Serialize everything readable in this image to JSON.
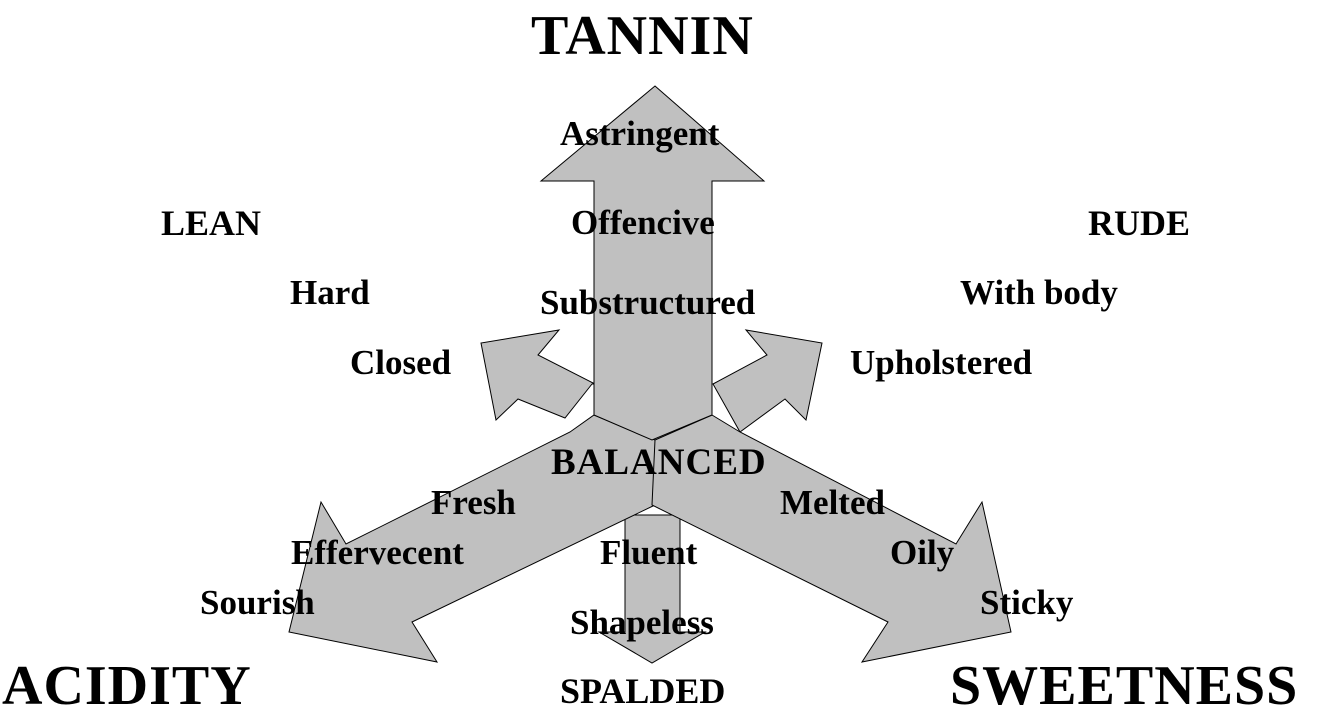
{
  "style": {
    "arrow_fill": "#c0c0c0",
    "arrow_stroke": "#000000",
    "text_color": "#000000",
    "background": "#ffffff"
  },
  "axes": {
    "tannin": "TANNIN",
    "acidity": "ACIDITY",
    "sweetness": "SWEETNESS"
  },
  "corners": {
    "lean": "LEAN",
    "rude": "RUDE",
    "balanced": "BALANCED",
    "spalded": "SPALDED"
  },
  "tannin_terms": [
    "Astringent",
    "Offencive",
    "Substructured"
  ],
  "lean_terms": [
    "Hard",
    "Closed"
  ],
  "rude_terms": [
    "With body",
    "Upholstered"
  ],
  "acidity_terms": [
    "Fresh",
    "Effervecent",
    "Sourish"
  ],
  "sweetness_terms": [
    "Melted",
    "Oily",
    "Sticky"
  ],
  "spalded_terms": [
    "Fluent",
    "Shapeless"
  ]
}
